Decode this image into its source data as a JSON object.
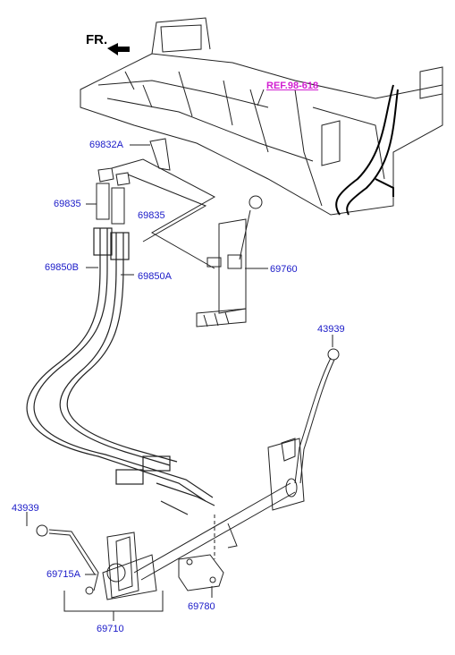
{
  "direction_marker": "FR.",
  "reference": "REF.98-618",
  "parts": {
    "p69832A": "69832A",
    "p69835_left": "69835",
    "p69835_right": "69835",
    "p69850B": "69850B",
    "p69850A": "69850A",
    "p69760": "69760",
    "p43939_top": "43939",
    "p43939_left": "43939",
    "p69715A": "69715A",
    "p69780": "69780",
    "p69710": "69710"
  },
  "colors": {
    "label": "#1a1ac8",
    "reference": "#d21fd2",
    "line": "#222222"
  },
  "icons": {
    "forward_arrow": "arrow-right-icon"
  }
}
